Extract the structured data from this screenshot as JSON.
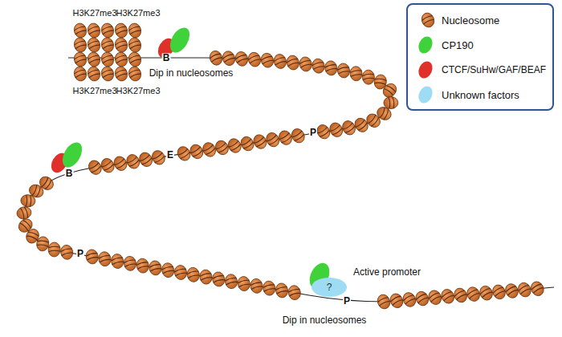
{
  "diagram": {
    "nodes": [
      {
        "text": [
          "?"
        ]
      }
    ],
    "labels": [
      "H3K27me3",
      "H3K27me3",
      "H3K27me3",
      "H3K27me3",
      "B",
      "Dip in nucleosomes",
      "B",
      "E",
      "P",
      "P",
      "Active promoter",
      "P",
      "Dip in nucleosomes"
    ],
    "legend": [
      {
        "text": "Nucleosome"
      },
      {
        "text": "CP190",
        "color": "#3fd23a"
      },
      {
        "text": "CTCF/SuHw/GAF/BEAF",
        "color": "#e0302a"
      },
      {
        "text": "Unknown factors",
        "color": "#9ddcf3"
      }
    ]
  }
}
